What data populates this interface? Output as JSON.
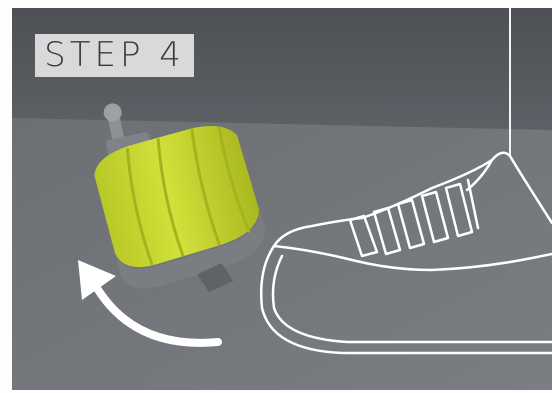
{
  "step_label": "STEP 4",
  "colors": {
    "wall": "#55585c",
    "floor": "#6f7377",
    "spinner_body": "#c9d82e",
    "line_art": "#ffffff",
    "label_bg": "#d9d9d9"
  },
  "icons": [
    "spinner-device",
    "curved-arrow-icon",
    "shoe-outline"
  ]
}
